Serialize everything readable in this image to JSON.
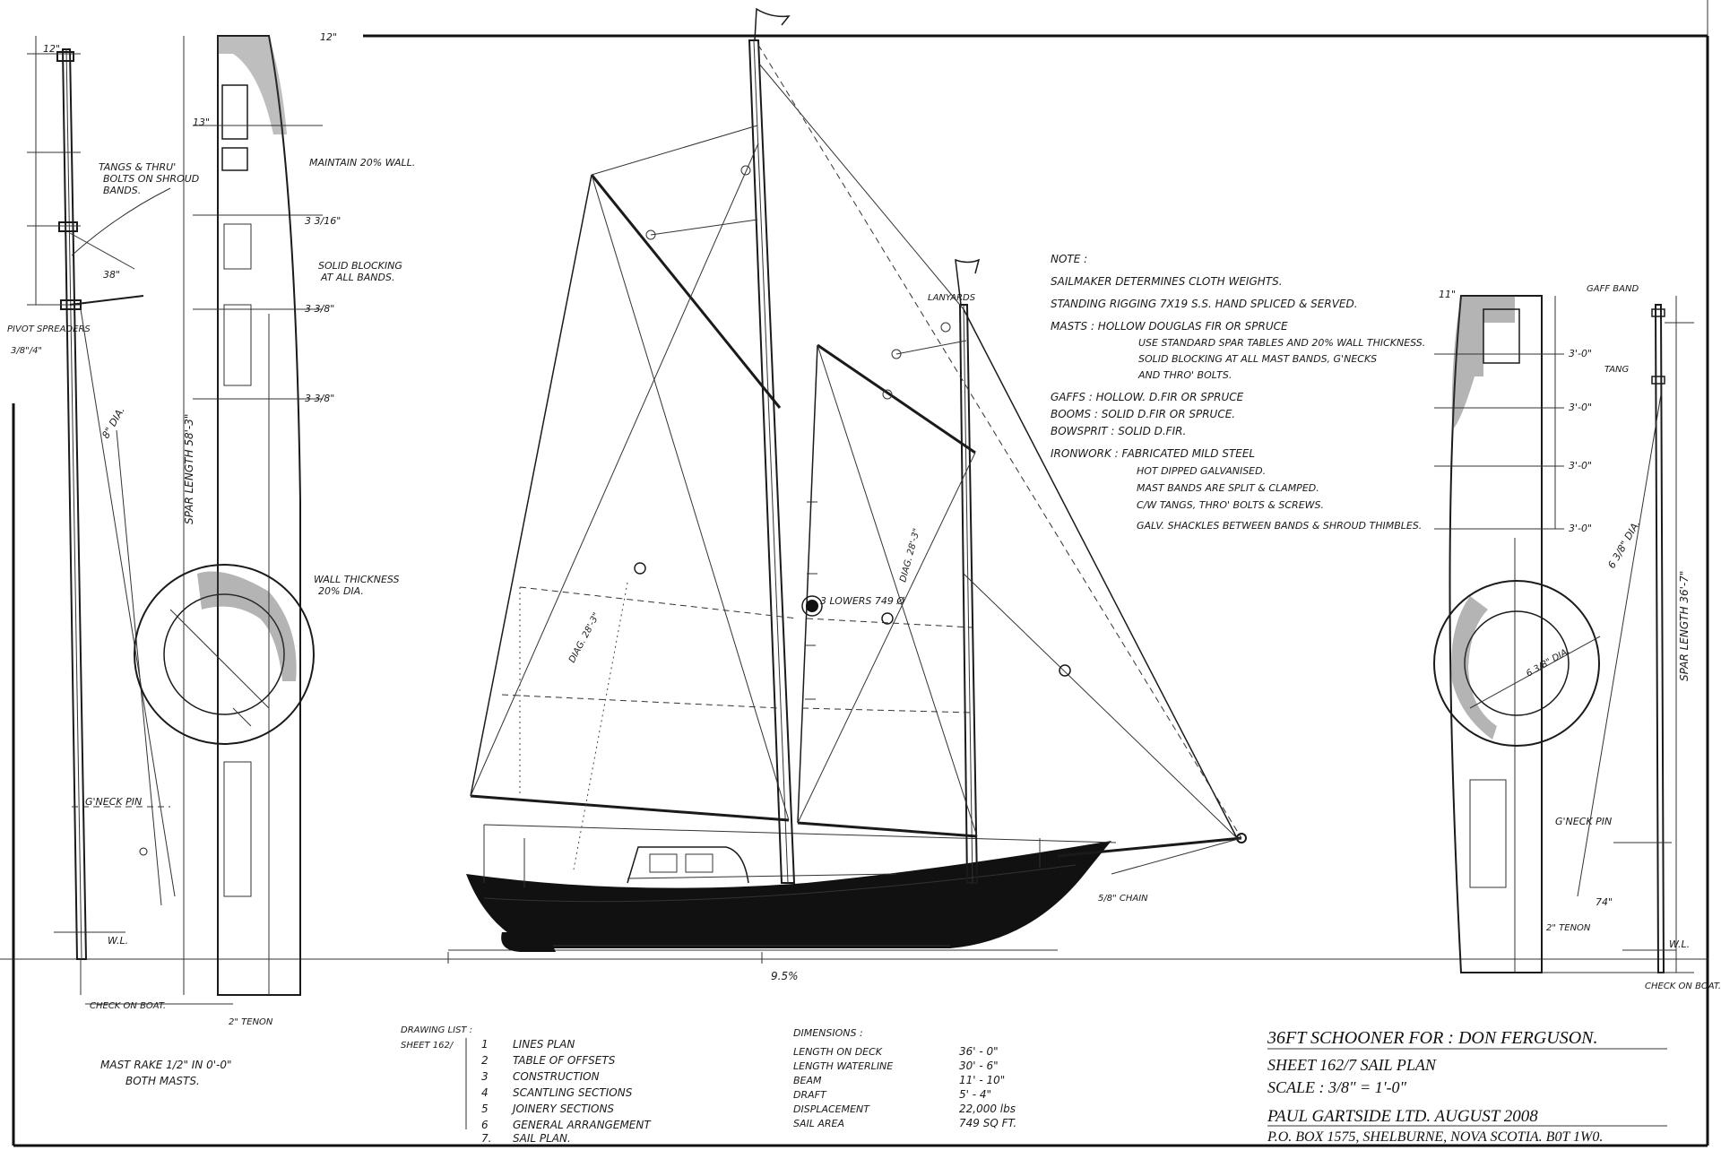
{
  "notes": {
    "heading": "NOTE :",
    "lines": [
      "SAILMAKER DETERMINES CLOTH WEIGHTS.",
      "STANDING RIGGING 7X19 S.S. HAND SPLICED & SERVED.",
      "MASTS :   HOLLOW DOUGLAS FIR OR SPRUCE",
      "USE STANDARD SPAR TABLES AND 20% WALL THICKNESS.",
      "SOLID BLOCKING AT ALL MAST BANDS, G'NECKS",
      "AND THRO' BOLTS.",
      "GAFFS :   HOLLOW.  D.FIR OR SPRUCE",
      "BOOMS :   SOLID    D.FIR OR SPRUCE.",
      "BOWSPRIT :  SOLID    D.FIR.",
      "IRONWORK :  FABRICATED MILD STEEL",
      "HOT DIPPED GALVANISED.",
      "MAST BANDS ARE SPLIT & CLAMPED.",
      "C/W TANGS, THRO' BOLTS & SCREWS.",
      "GALV. SHACKLES BETWEEN BANDS & SHROUD THIMBLES."
    ]
  },
  "drawing_list": {
    "heading": "DRAWING LIST :",
    "sheet_label": "SHEET  162/",
    "items": [
      {
        "no": "1",
        "title": "LINES PLAN"
      },
      {
        "no": "2",
        "title": "TABLE OF OFFSETS"
      },
      {
        "no": "3",
        "title": "CONSTRUCTION"
      },
      {
        "no": "4",
        "title": "SCANTLING SECTIONS"
      },
      {
        "no": "5",
        "title": "JOINERY SECTIONS"
      },
      {
        "no": "6",
        "title": "GENERAL ARRANGEMENT"
      },
      {
        "no": "7.",
        "title": "SAIL PLAN."
      }
    ]
  },
  "dimensions": {
    "heading": "DIMENSIONS :",
    "rows": [
      {
        "label": "LENGTH ON DECK",
        "value": "36' - 0\""
      },
      {
        "label": "LENGTH WATERLINE",
        "value": "30' - 6\""
      },
      {
        "label": "BEAM",
        "value": "11' - 10\""
      },
      {
        "label": "DRAFT",
        "value": "5' - 4\""
      },
      {
        "label": "DISPLACEMENT",
        "value": "22,000 lbs"
      },
      {
        "label": "SAIL AREA",
        "value": "749 SQ FT."
      }
    ]
  },
  "title_block": {
    "line1": "36FT SCHOONER  FOR :  DON FERGUSON.",
    "line2": "SHEET 162/7    SAIL PLAN",
    "line3": "SCALE :   3/8\" = 1'-0\"",
    "line4": "PAUL GARTSIDE LTD.    AUGUST  2008",
    "line5": "P.O. BOX 1575, SHELBURNE, NOVA SCOTIA.  B0T 1W0."
  },
  "mast_rake_note": {
    "line1": "MAST RAKE  1/2\" IN 0'-0\"",
    "line2": "BOTH MASTS."
  },
  "left_mast": {
    "spar_length": "SPAR LENGTH  58'-3\"",
    "maintain_wall": "MAINTAIN 20% WALL.",
    "solid_blocking": "SOLID BLOCKING",
    "at_all_bands": "AT ALL BANDS.",
    "wall_thickness": "WALL THICKNESS",
    "wall_pct": "20% DIA.",
    "pivot_spreaders": "PIVOT SPREADERS",
    "pivot_val": "3/8\"/4\"",
    "tangs_note_1": "TANGS & THRU'",
    "tangs_note_2": "BOLTS ON SHROUD",
    "tangs_note_3": "BANDS.",
    "gneck_pin": "G'NECK PIN",
    "check_on_boat": "CHECK ON BOAT.",
    "two_inch_tenon": "2\" TENON",
    "wl": "W.L.",
    "dim_top": "12\"",
    "dim_a": "13\"",
    "dim_b": "3 3/16\"",
    "dim_c": "3 3/8\"",
    "dim_d": "3 3/8\"",
    "dia_label": "8\" DIA.",
    "angle": "38\""
  },
  "right_mast": {
    "spar_length": "SPAR LENGTH  36'-7\"",
    "gaff_band": "GAFF BAND",
    "tang": "TANG",
    "gneck_pin": "G'NECK PIN",
    "check_on_boat": "CHECK ON BOAT.",
    "two_inch_tenon": "2\" TENON",
    "wl": "W.L.",
    "dim_top": "11\"",
    "dim_a": "3'-0\"",
    "dim_b": "3'-0\"",
    "dim_c": "3'-0\"",
    "dim_d": "3'-0\"",
    "dia_label": "6 3/8\" DIA.",
    "height": "74\""
  },
  "sail_plan": {
    "lowers_label": "3 LOWERS 749 Ø",
    "lanyards": "LANYARDS",
    "waterline_dim": "9.5%",
    "forestay_note": "5/8\" CHAIN",
    "diag_a": "DIAG. 28'-3\"",
    "diag_b": "DIAG. 28'-3\""
  }
}
